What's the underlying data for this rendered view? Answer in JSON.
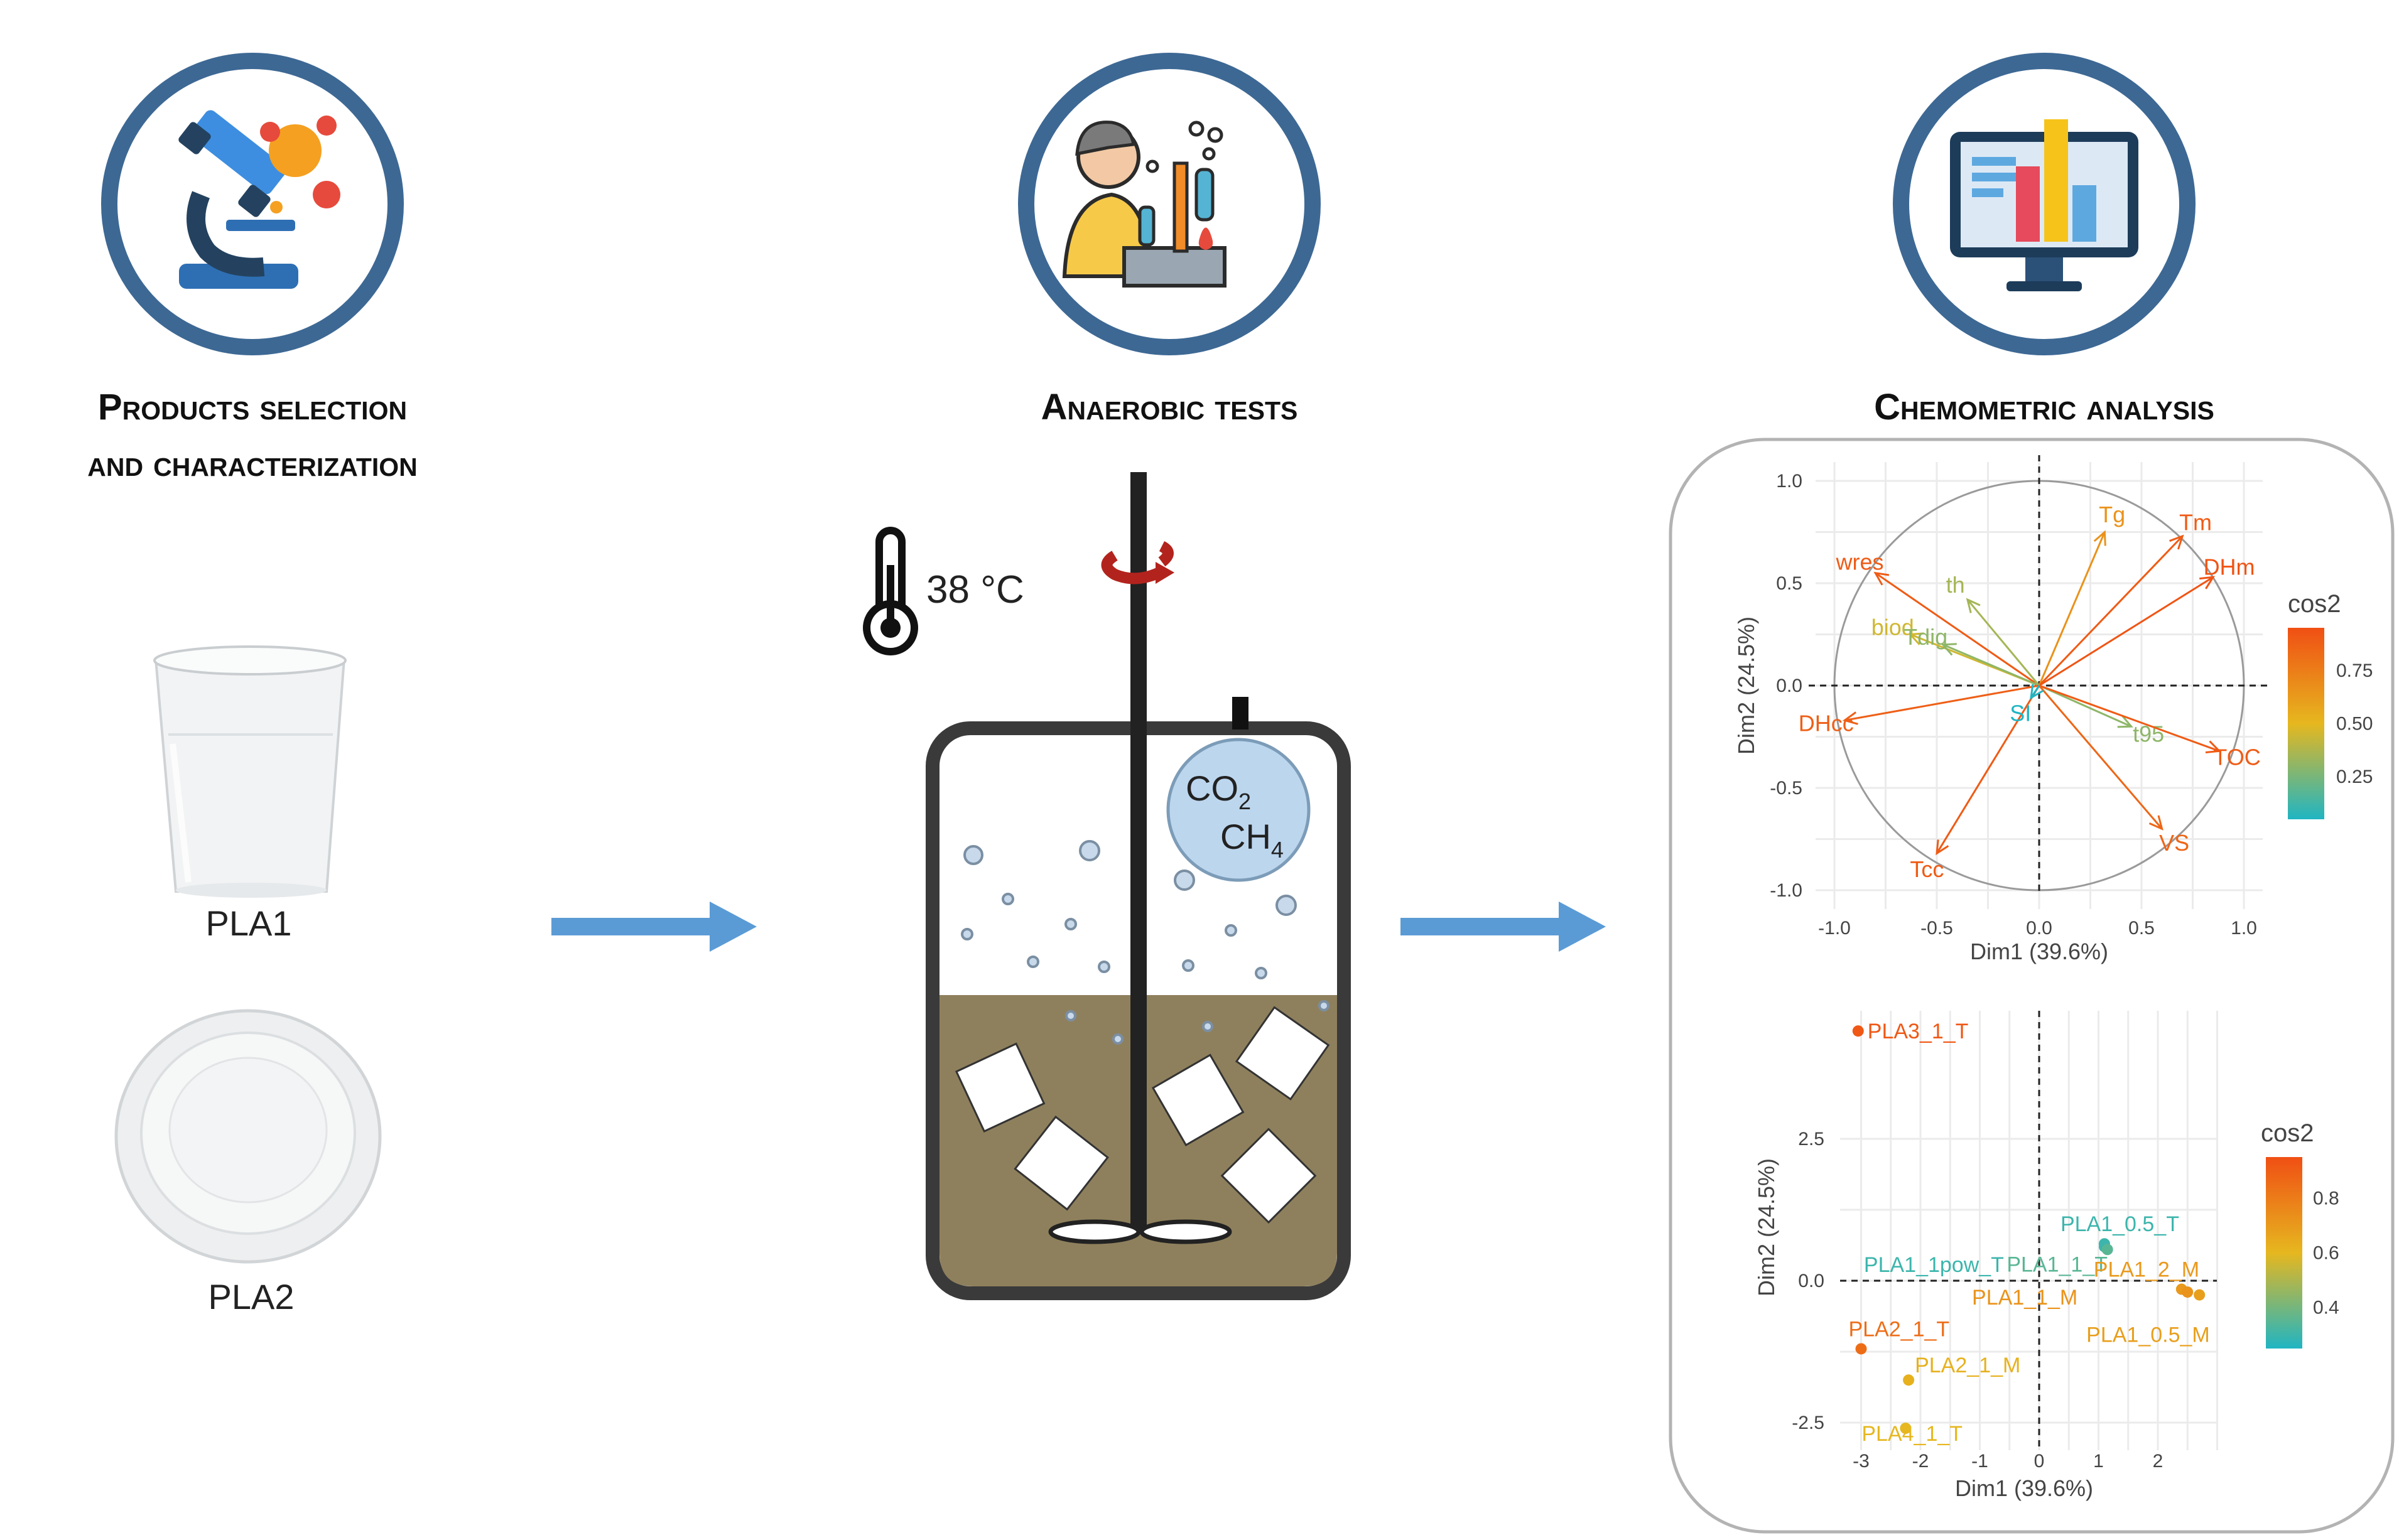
{
  "steps": [
    {
      "title_line1": "Products selection",
      "title_line2": "and characterization"
    },
    {
      "title_line1": "Anaerobic tests"
    },
    {
      "title_line1": "Chemometric analysis"
    }
  ],
  "products": [
    "PLA1",
    "PLA2"
  ],
  "reactor": {
    "temperature": "38 °C",
    "gas1": "CO",
    "gas1_sub": "2",
    "gas2": "CH",
    "gas2_sub": "4"
  },
  "colors": {
    "circle_border": "#3d6894",
    "arrow": "#5b9bd5",
    "sludge": "#8f805d",
    "gradient_low": "#20b5c3",
    "gradient_mid": "#e6b71f",
    "gradient_high": "#f04f14"
  },
  "chart_data": [
    {
      "type": "biplot-variables",
      "xlabel": "Dim1 (39.6%)",
      "ylabel": "Dim2 (24.5%)",
      "xlim": [
        -1.0,
        1.0
      ],
      "ylim": [
        -1.0,
        1.0
      ],
      "xticks": [
        "-1.0",
        "-0.5",
        "0.0",
        "0.5",
        "1.0"
      ],
      "yticks": [
        "-1.0",
        "-0.5",
        "0.0",
        "0.5",
        "1.0"
      ],
      "legend_title": "cos2",
      "legend_ticks": [
        "0.25",
        "0.50",
        "0.75"
      ],
      "grid": true,
      "vectors": [
        {
          "name": "Tg",
          "x": 0.32,
          "y": 0.75,
          "cos2": 0.66
        },
        {
          "name": "Tm",
          "x": 0.7,
          "y": 0.73,
          "cos2": 0.9
        },
        {
          "name": "DHm",
          "x": 0.85,
          "y": 0.53,
          "cos2": 0.93
        },
        {
          "name": "wres",
          "x": -0.8,
          "y": 0.55,
          "cos2": 0.9
        },
        {
          "name": "th",
          "x": -0.35,
          "y": 0.42,
          "cos2": 0.35
        },
        {
          "name": "biod",
          "x": -0.63,
          "y": 0.25,
          "cos2": 0.45
        },
        {
          "name": "Tdig",
          "x": -0.47,
          "y": 0.2,
          "cos2": 0.3
        },
        {
          "name": "DHcc",
          "x": -0.95,
          "y": -0.17,
          "cos2": 0.88
        },
        {
          "name": "t95",
          "x": 0.45,
          "y": -0.2,
          "cos2": 0.3
        },
        {
          "name": "TOC",
          "x": 0.88,
          "y": -0.32,
          "cos2": 0.9
        },
        {
          "name": "VS",
          "x": 0.6,
          "y": -0.7,
          "cos2": 0.85
        },
        {
          "name": "Tcc",
          "x": -0.5,
          "y": -0.82,
          "cos2": 0.9
        },
        {
          "name": "SI",
          "x": -0.04,
          "y": -0.06,
          "cos2": 0.05
        }
      ]
    },
    {
      "type": "scatter",
      "xlabel": "Dim1 (39.6%)",
      "ylabel": "Dim2 (24.5%)",
      "xlim": [
        -3.3,
        3.0
      ],
      "ylim": [
        -2.9,
        4.3
      ],
      "xticks": [
        "-3",
        "-2",
        "-1",
        "0",
        "1",
        "2"
      ],
      "yticks": [
        "-2.5",
        "0.0",
        "2.5"
      ],
      "legend_title": "cos2",
      "legend_ticks": [
        "0.4",
        "0.6",
        "0.8"
      ],
      "grid": true,
      "points": [
        {
          "name": "PLA3_1_T",
          "x": -3.05,
          "y": 4.4,
          "cos2": 0.92
        },
        {
          "name": "PLA1_0.5_T",
          "x": 1.1,
          "y": 0.65,
          "cos2": 0.3
        },
        {
          "name": "PLA1_1pow_T",
          "x": 1.1,
          "y": 0.6,
          "cos2": 0.3
        },
        {
          "name": "PLA1_1_T",
          "x": 1.15,
          "y": 0.55,
          "cos2": 0.35
        },
        {
          "name": "PLA1_2_M",
          "x": 2.4,
          "y": -0.15,
          "cos2": 0.7
        },
        {
          "name": "PLA1_1_M",
          "x": 2.5,
          "y": -0.2,
          "cos2": 0.72
        },
        {
          "name": "PLA1_0.5_M",
          "x": 2.7,
          "y": -0.25,
          "cos2": 0.68
        },
        {
          "name": "PLA2_1_T",
          "x": -3.0,
          "y": -1.2,
          "cos2": 0.85
        },
        {
          "name": "PLA2_1_M",
          "x": -2.2,
          "y": -1.75,
          "cos2": 0.62
        },
        {
          "name": "PLA4_1_T",
          "x": -2.25,
          "y": -2.6,
          "cos2": 0.6
        }
      ]
    }
  ]
}
